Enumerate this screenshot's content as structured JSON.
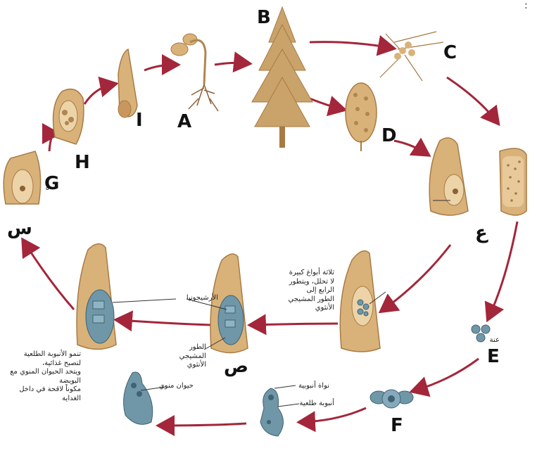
{
  "corner_mark": ":",
  "stage_labels": {
    "A": "A",
    "B": "B",
    "C": "C",
    "D": "D",
    "E": "E",
    "F": "F",
    "G": "G",
    "H": "H",
    "I": "I",
    "ain": "ع",
    "sad": "ص",
    "seen": "س"
  },
  "annotations": {
    "megaspores": [
      "ثلاثة أبواغ كبيرة",
      "لا تحلل، ويتطور",
      "الرابع إلى",
      "الطور المشيجي الأنثوي"
    ],
    "archegonia": "الأرشيجونيا",
    "female_gametophyte": [
      "الطور",
      "المشيجي الأنثوي"
    ],
    "pollen_tubes": [
      "تنمو الأنبوبة الطلعية",
      "لتصبح غذائية،",
      "ويتحد الحيوان المنوي مع البويضة",
      "مكوناً لاقحة في داخل",
      "الغداية"
    ],
    "sperm": "حيوان منوي",
    "tube_nucleus": "نواة أنبوبية",
    "pollen_tube": "أنبوبة طلعية",
    "e_note": "عنة",
    "g_note": "ة"
  },
  "colors": {
    "tissue": "#d9b27a",
    "tissue_dark": "#a87a44",
    "gametophyte": "#6f97a8",
    "arrow": "#a3263a",
    "tree": "#c9a36a"
  }
}
